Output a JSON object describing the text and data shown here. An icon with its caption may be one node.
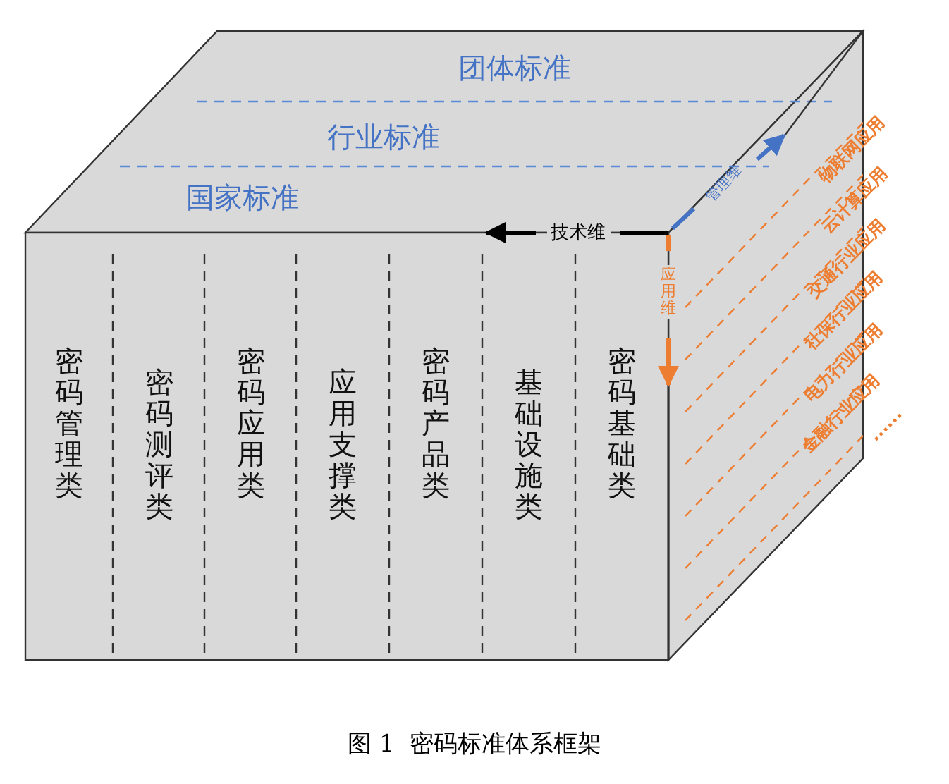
{
  "diagram": {
    "caption": "图 1  密码标准体系框架",
    "labels": [
      "团体标准",
      "行业标准",
      "国家标准",
      "管理维",
      "技术维",
      "应用维",
      "密码管理类",
      "密码测评类",
      "密码应用类",
      "应用支撑类",
      "密码产品类",
      "基础设施类",
      "密码基础类",
      "物联网应用",
      "云计算应用",
      "交通行业应用",
      "社保行业应用",
      "电力行业应用",
      "金融行业应用",
      "......"
    ]
  }
}
